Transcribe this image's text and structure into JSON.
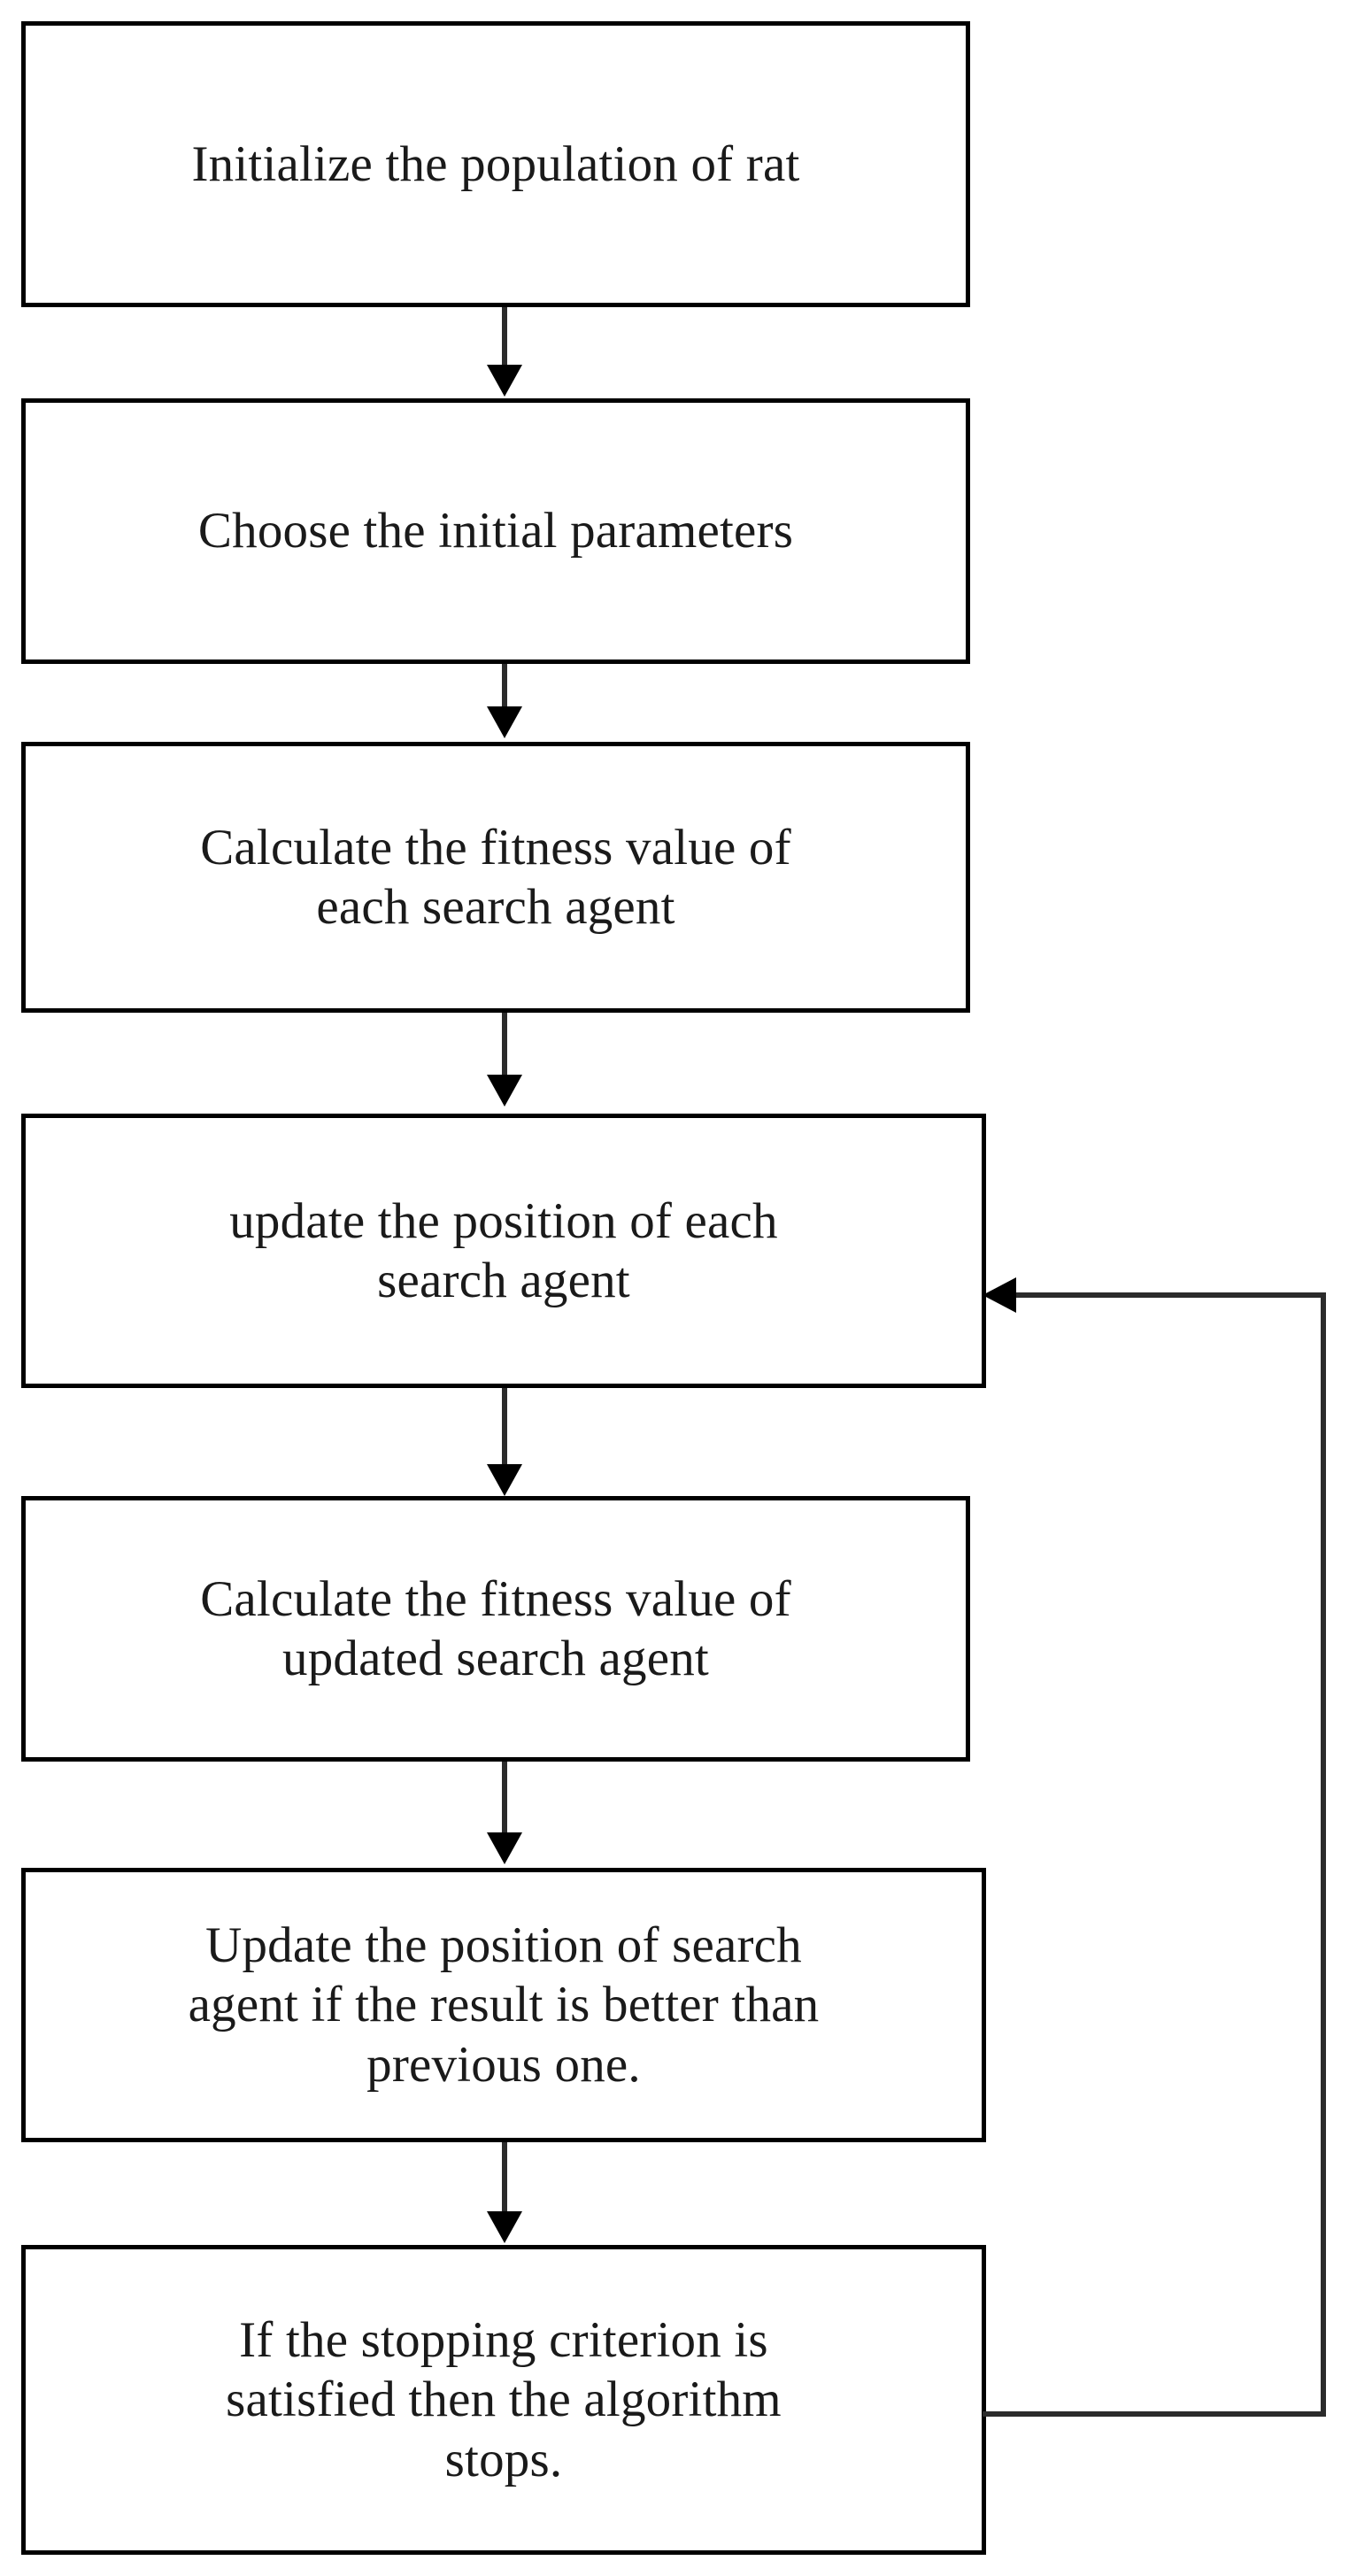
{
  "diagram": {
    "type": "flowchart",
    "title": "Rat Swarm Optimization Algorithm Flowchart",
    "orientation": "top-to-bottom",
    "stroke_color": "#000000",
    "fill_color": "#ffffff",
    "text_color": "#1a1a1a",
    "nodes": [
      {
        "id": "n1",
        "shape": "rectangle",
        "text": "Initialize the population of rat",
        "lines": [
          "Initialize the population of rat"
        ]
      },
      {
        "id": "n2",
        "shape": "rectangle",
        "text": "Choose the initial parameters",
        "lines": [
          "Choose the initial parameters"
        ]
      },
      {
        "id": "n3",
        "shape": "rectangle",
        "text": "Calculate the fitness value of each search agent",
        "lines": [
          "Calculate the fitness value of",
          "each search agent"
        ]
      },
      {
        "id": "n4",
        "shape": "rectangle",
        "text": "update the position of each search agent",
        "lines": [
          "update the position of each",
          "search agent"
        ]
      },
      {
        "id": "n5",
        "shape": "rectangle",
        "text": "Calculate the fitness value of updated search agent",
        "lines": [
          "Calculate the fitness value of",
          "updated search agent"
        ]
      },
      {
        "id": "n6",
        "shape": "rectangle",
        "text": "Update the position of search agent if the result is better than previous one.",
        "lines": [
          "Update the position of search",
          "agent if the result is better than",
          "previous one."
        ]
      },
      {
        "id": "n7",
        "shape": "rectangle",
        "text": "If the stopping criterion is satisfied then the algorithm stops.",
        "lines": [
          "If the stopping criterion is",
          "satisfied then the algorithm",
          "stops."
        ]
      }
    ],
    "edges": [
      {
        "id": "e1",
        "from": "n1",
        "to": "n2",
        "arrow": "down",
        "label": ""
      },
      {
        "id": "e2",
        "from": "n2",
        "to": "n3",
        "arrow": "down",
        "label": ""
      },
      {
        "id": "e3",
        "from": "n3",
        "to": "n4",
        "arrow": "down",
        "label": ""
      },
      {
        "id": "e4",
        "from": "n4",
        "to": "n5",
        "arrow": "down",
        "label": ""
      },
      {
        "id": "e5",
        "from": "n5",
        "to": "n6",
        "arrow": "down",
        "label": ""
      },
      {
        "id": "e6",
        "from": "n6",
        "to": "n7",
        "arrow": "down",
        "label": ""
      },
      {
        "id": "e7",
        "from": "n7",
        "to": "n4",
        "arrow": "left",
        "label": "",
        "route": "feedback-loop-right-side"
      }
    ]
  }
}
